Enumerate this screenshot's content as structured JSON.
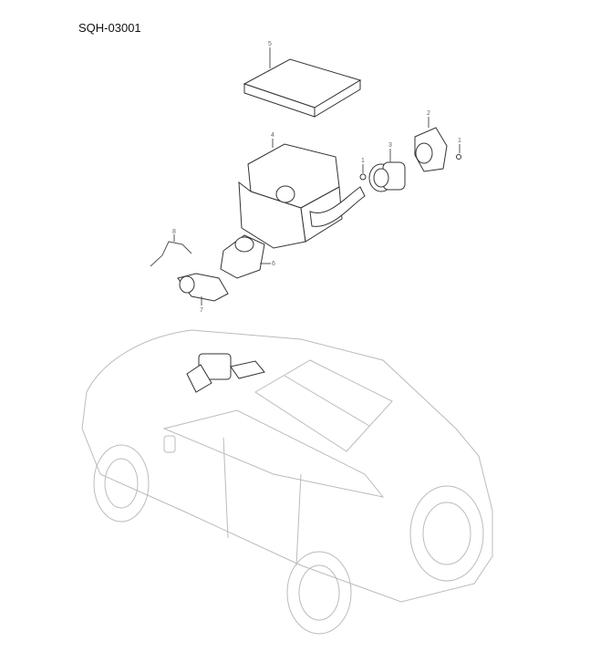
{
  "title": "SQH-03001",
  "callouts": [
    "5",
    "4",
    "1",
    "3",
    "2",
    "1",
    "6",
    "7",
    "8"
  ]
}
